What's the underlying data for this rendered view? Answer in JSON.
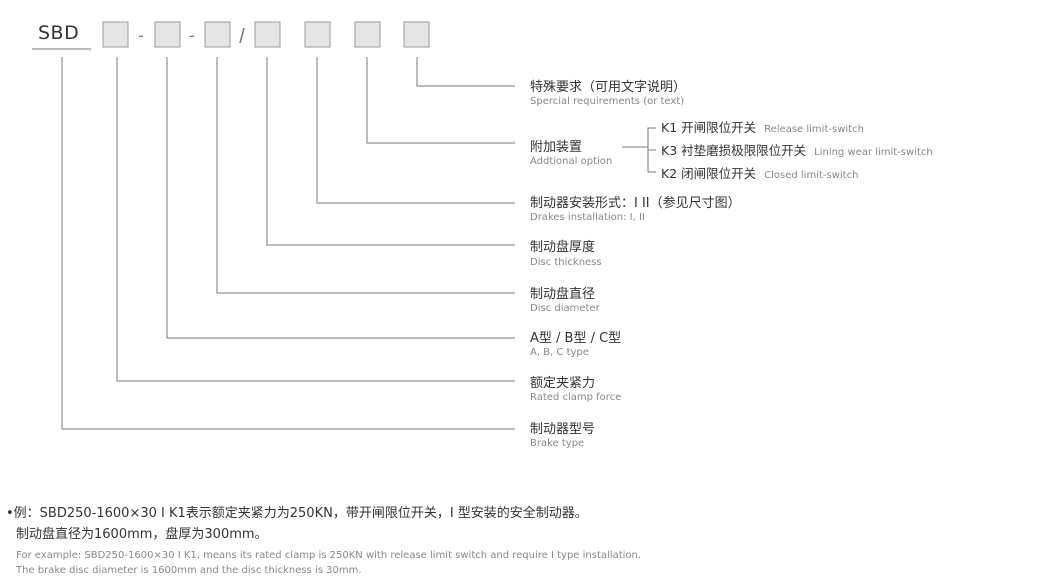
{
  "model_code": {
    "prefix": "SBD",
    "separators": [
      "-",
      "-",
      "/"
    ]
  },
  "fields": [
    {
      "zh": "特殊要求（可用文字说明）",
      "en": "Spercial requirements (or text)"
    },
    {
      "zh": "附加装置",
      "en": "Addtional option"
    },
    {
      "zh": "制动器安装形式：I II（参见尺寸图）",
      "en": "Drakes installation: I, II"
    },
    {
      "zh": "制动盘厚度",
      "en": "Disc thickness"
    },
    {
      "zh": "制动盘直径",
      "en": "Disc diameter"
    },
    {
      "zh": "A型 / B型 / C型",
      "en": "A, B, C type"
    },
    {
      "zh": "额定夹紧力",
      "en": "Rated clamp force"
    },
    {
      "zh": "制动器型号",
      "en": "Brake type"
    }
  ],
  "options": [
    {
      "code": "K1 开闸限位开关",
      "en": "Release limit-switch"
    },
    {
      "code": "K3 衬垫磨损极限限位开关",
      "en": "Lining wear limit-switch"
    },
    {
      "code": "K2 闭闸限位开关",
      "en": "Closed limit-switch"
    }
  ],
  "example": {
    "zh_line1": "•例：SBD250-1600×30 I K1表示额定夹紧力为250KN，带开闸限位开关，I 型安装的安全制动器。",
    "zh_line2": "制动盘直径为1600mm，盘厚为300mm。",
    "en_line1": "For example:  SBD250-1600×30 I K1, means its rated clamp is 250KN with release limit switch and require I type installation.",
    "en_line2": "The brake disc diameter is 1600mm and the disc thickness is 30mm."
  },
  "colors": {
    "line": "#7a7a7a",
    "box_fill": "#e5e5e5",
    "box_stroke": "#9a9a9a"
  }
}
